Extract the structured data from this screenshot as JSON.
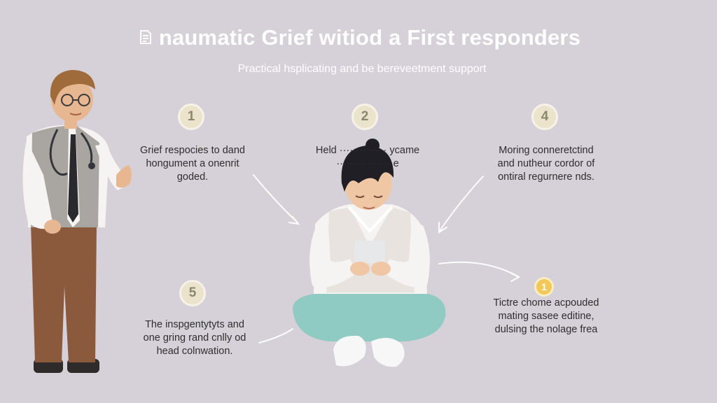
{
  "header": {
    "title": "naumatic Grief  witiod a First responders",
    "subtitle": "Practical hsplicating and be bereveetment support"
  },
  "steps": [
    {
      "number": "1",
      "text": "Grief respocies to dand\nhongument a onenrit\ngoded."
    },
    {
      "number": "2",
      "text": "Held ·············· ycame\n················ e"
    },
    {
      "number": "4",
      "text": "Moring conneretctind\nand nutheur cordor of\nontiral regurnere nds."
    },
    {
      "number": "5",
      "text": "The inspgentytyts and\none gring rand cnlly od\nhead colnwation."
    },
    {
      "number": "1",
      "text": "Tictre chome acpouded\nmating sasee editine,\ndulsing the nolage frea"
    }
  ],
  "colors": {
    "background": "#d6d0d8",
    "badge_fill": "#ebe3cc",
    "badge_accent": "#f2c85a",
    "pants_teal": "#8fcbc2"
  },
  "icons": [
    "title-logo-icon",
    "arrow-icon",
    "doctor-figure-icon",
    "sitting-person-figure-icon"
  ]
}
